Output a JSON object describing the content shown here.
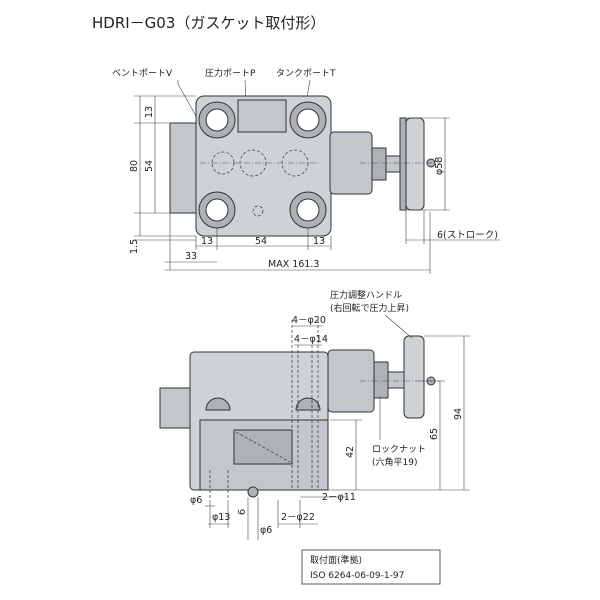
{
  "title": "HDRI－G03（ガスケット取付形）",
  "top_view": {
    "port_labels": {
      "vent": "ベントポートV",
      "pressure": "圧力ポートP",
      "tank": "タンクポートT"
    },
    "dims": {
      "top_13": "13",
      "h_80": "80",
      "h_54": "54",
      "h_1_5": "1.5",
      "b_13_left": "13",
      "b_54": "54",
      "b_13_right": "13",
      "b_33": "33",
      "max": "MAX 161.3",
      "handle_dia": "φ58",
      "stroke": "6(ストローク)"
    }
  },
  "front_view": {
    "dims": {
      "d20": "4－φ20",
      "d14": "4－φ14",
      "d6_left": "φ6",
      "d13": "φ13",
      "d6_v": "6",
      "d6_bot": "φ6",
      "d22": "2－φ22",
      "d11": "2－φ11",
      "h_42": "42",
      "h_65": "65",
      "h_94": "94"
    },
    "handle_label_1": "圧力調整ハンドル",
    "handle_label_2": "(右回転で圧力上昇)",
    "locknut_1": "ロックナット",
    "locknut_2": "(六角平19)"
  },
  "spec_box": {
    "line1": "取付面(準拠)",
    "line2": "ISO 6264-06-09-1-97"
  }
}
